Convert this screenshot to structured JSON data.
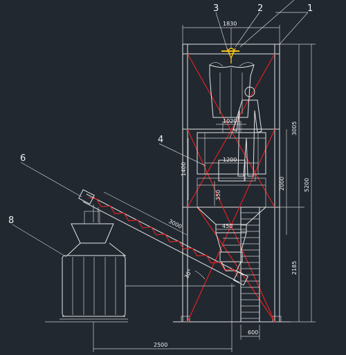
{
  "parts": {
    "p1": "1",
    "p2": "2",
    "p3": "3",
    "p4": "4",
    "p6": "6",
    "p8": "8"
  },
  "dimensions": {
    "d1830": "1830",
    "d1020": "1020",
    "d1200": "1200",
    "d450": "450",
    "d600": "600",
    "d2500": "2500",
    "d1400": "1400",
    "d350": "350",
    "d3005": "3005",
    "d5200": "5200",
    "d2000": "2000",
    "d2185": "2185",
    "d3000": "3000",
    "d30": "30°"
  },
  "colors": {
    "background": "#212830",
    "linework": "#e6e6e6",
    "bracing": "#e2221f",
    "hoist": "#f2c21b"
  }
}
